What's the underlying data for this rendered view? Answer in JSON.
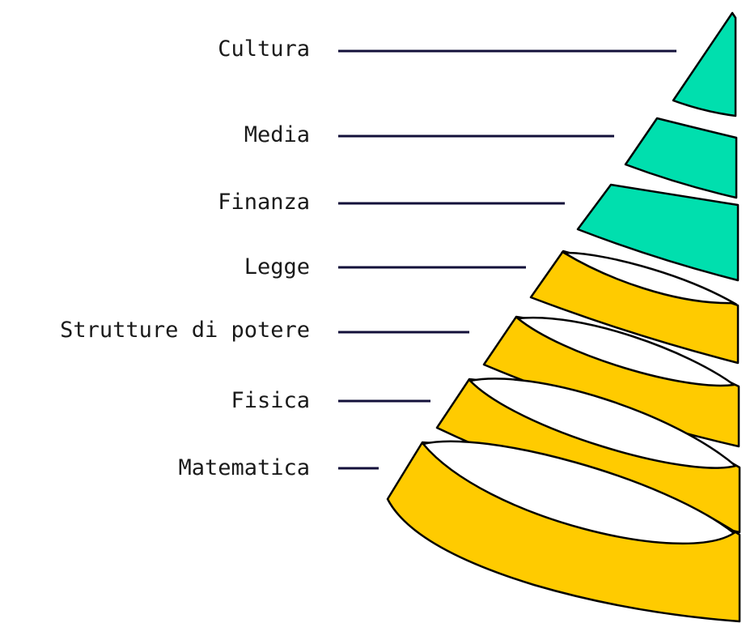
{
  "layers": [
    {
      "label": "Cultura",
      "fill": "#00dfae"
    },
    {
      "label": "Media",
      "fill": "#00dfae"
    },
    {
      "label": "Finanza",
      "fill": "#00dfae"
    },
    {
      "label": "Legge",
      "fill": "#ffcb00"
    },
    {
      "label": "Strutture di potere",
      "fill": "#ffcb00"
    },
    {
      "label": "Fisica",
      "fill": "#ffcb00"
    },
    {
      "label": "Matematica",
      "fill": "#ffcb00"
    }
  ],
  "colors": {
    "leader_line": "#13103a",
    "outline": "#000000",
    "hollow": "#ffffff"
  }
}
